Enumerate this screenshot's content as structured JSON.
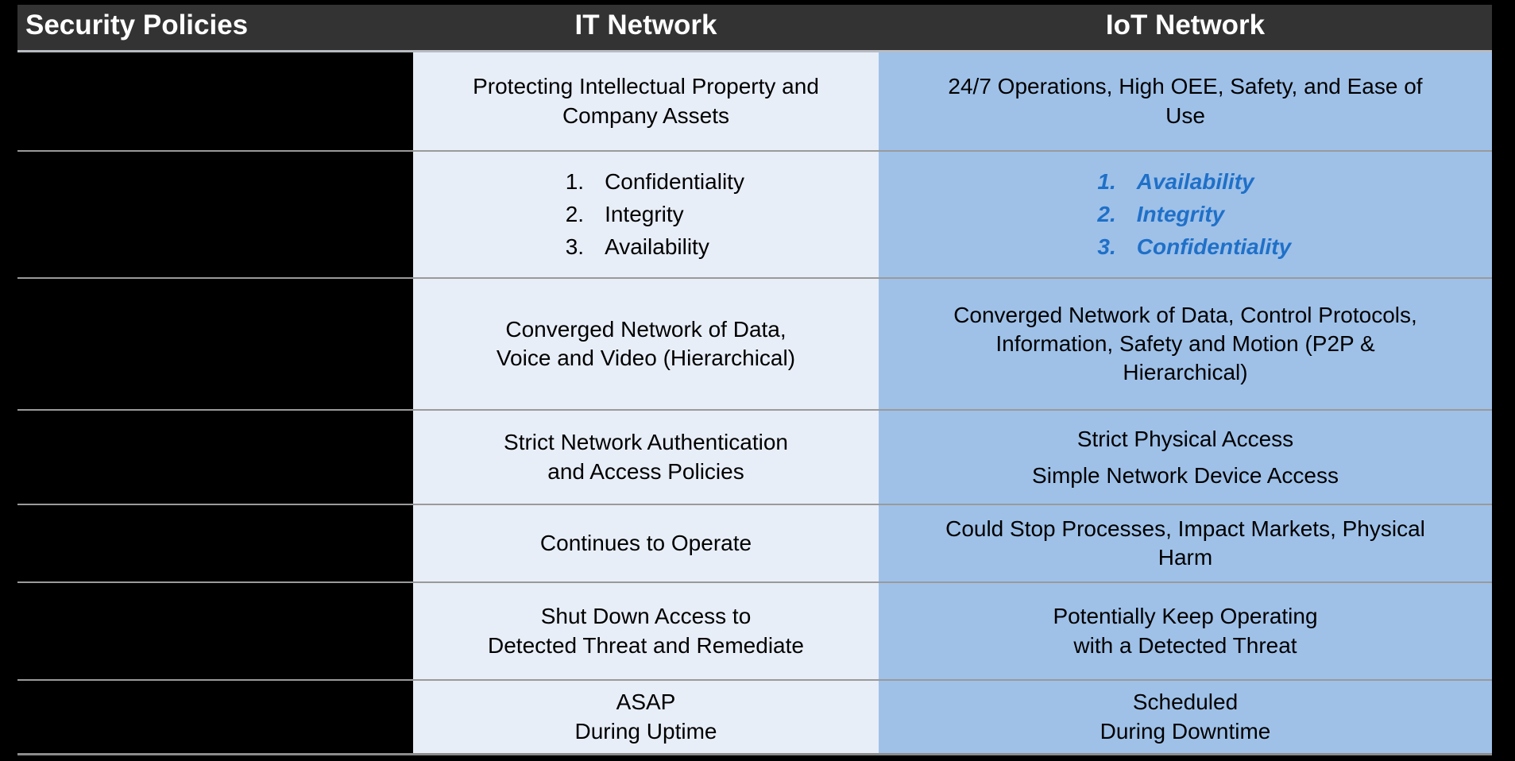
{
  "table": {
    "headers": {
      "policies": "Security Policies",
      "it": "IT Network",
      "iot": "IoT Network"
    },
    "colors": {
      "header_bg": "#333333",
      "header_text": "#FFFFFF",
      "it_cell_bg": "#E8EEF7",
      "iot_cell_bg": "#9FC1E8",
      "policy_cell_bg": "#000000",
      "iot_accent_text": "#1F70C8",
      "row_divider": "#9A9A9A",
      "slide_bg": "#000000"
    },
    "rows": [
      {
        "policy": "",
        "it": {
          "type": "lines",
          "lines": [
            "Protecting Intellectual Property and",
            "Company Assets"
          ]
        },
        "iot": {
          "type": "lines",
          "lines": [
            "24/7 Operations, High OEE, Safety, and Ease of",
            "Use"
          ]
        }
      },
      {
        "policy": "",
        "it": {
          "type": "list",
          "items": [
            {
              "num": "1.",
              "label": "Confidentiality"
            },
            {
              "num": "2.",
              "label": "Integrity"
            },
            {
              "num": "3.",
              "label": "Availability"
            }
          ]
        },
        "iot": {
          "type": "list",
          "emphasis": true,
          "items": [
            {
              "num": "1.",
              "label": "Availability"
            },
            {
              "num": "2.",
              "label": "Integrity"
            },
            {
              "num": "3.",
              "label": "Confidentiality"
            }
          ]
        }
      },
      {
        "policy": "",
        "it": {
          "type": "lines",
          "lines": [
            "Converged Network of Data,",
            "Voice and Video (Hierarchical)"
          ]
        },
        "iot": {
          "type": "lines",
          "lines": [
            "Converged Network of Data, Control Protocols,",
            "Information, Safety and Motion (P2P &",
            "Hierarchical)"
          ]
        }
      },
      {
        "policy": "",
        "it": {
          "type": "lines",
          "lines": [
            "Strict Network Authentication",
            "and Access Policies"
          ]
        },
        "iot": {
          "type": "lines",
          "lines": [
            "Strict Physical Access",
            "Simple Network Device Access"
          ]
        }
      },
      {
        "policy": "",
        "it": {
          "type": "lines",
          "lines": [
            "Continues to Operate"
          ]
        },
        "iot": {
          "type": "lines",
          "lines": [
            "Could Stop Processes, Impact Markets, Physical",
            "Harm"
          ]
        }
      },
      {
        "policy": "",
        "it": {
          "type": "lines",
          "lines": [
            "Shut Down Access to",
            "Detected Threat and Remediate"
          ]
        },
        "iot": {
          "type": "lines",
          "lines": [
            "Potentially Keep Operating",
            "with a Detected Threat"
          ]
        }
      },
      {
        "policy": "",
        "it": {
          "type": "lines",
          "lines": [
            "ASAP",
            "During Uptime"
          ]
        },
        "iot": {
          "type": "lines",
          "lines": [
            "Scheduled",
            "During Downtime"
          ]
        }
      }
    ]
  }
}
